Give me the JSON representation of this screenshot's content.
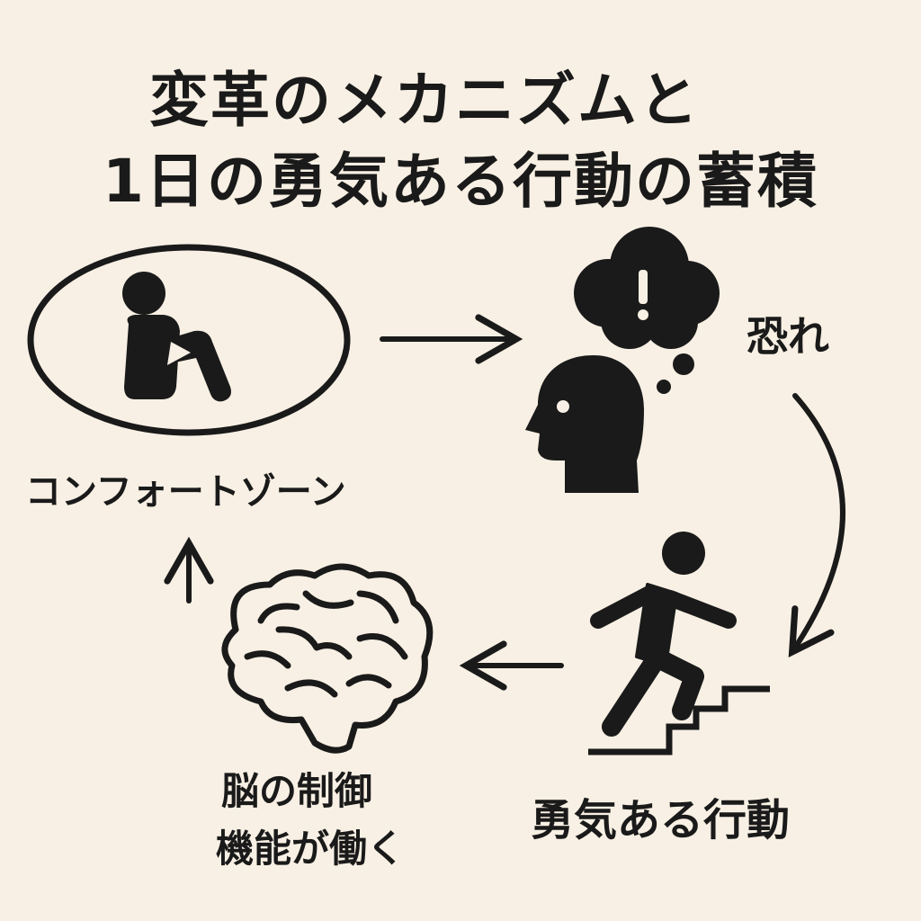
{
  "title": {
    "line1": "変革のメカニズムと",
    "line2": "1日の勇気ある行動の蓄積"
  },
  "nodes": {
    "comfort_zone": {
      "label": "コンフォートゾーン",
      "icon": "sitting-person-icon"
    },
    "fear": {
      "label": "恐れ",
      "icon": "head-thought-bubble-icon"
    },
    "courage": {
      "label": "勇気ある行動",
      "icon": "person-climbing-stairs-icon"
    },
    "brain": {
      "label_line1": "脳の制御",
      "label_line2": "機能が働く",
      "icon": "brain-icon"
    }
  },
  "colors": {
    "background": "#f8f0e4",
    "ink": "#1a1a1a"
  }
}
